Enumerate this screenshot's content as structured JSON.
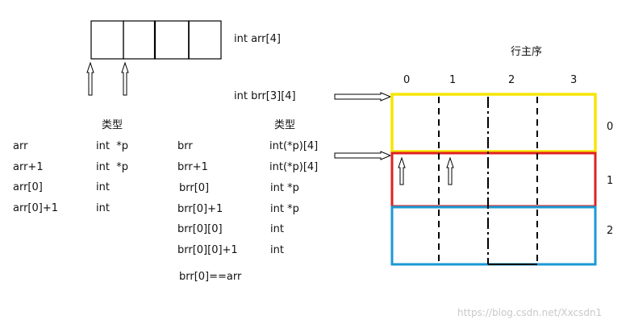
{
  "arr_label": "int arr[4]",
  "brr_label": "int brr[3][4]",
  "row_major_title": "行主序",
  "column_indices": [
    "0",
    "1",
    "2",
    "3"
  ],
  "row_indices": [
    "0",
    "1",
    "2"
  ],
  "type_header_left": "类型",
  "type_header_right": "类型",
  "left_table": [
    {
      "expr": "arr",
      "type": "int  *p"
    },
    {
      "expr": "arr+1",
      "type": "int  *p"
    },
    {
      "expr": "arr[0]",
      "type": "int"
    },
    {
      "expr": "arr[0]+1",
      "type": "int"
    }
  ],
  "right_table": [
    {
      "expr": "brr",
      "type": "int(*p)[4]"
    },
    {
      "expr": "brr+1",
      "type": "int(*p)[4]"
    },
    {
      "expr": "brr[0]",
      "type": "int *p"
    },
    {
      "expr": "brr[0]+1",
      "type": "int *p"
    },
    {
      "expr": "brr[0][0]",
      "type": "int"
    },
    {
      "expr": "brr[0][0]+1",
      "type": "int"
    }
  ],
  "equality_note": "brr[0]==arr",
  "watermark": "https://blog.csdn.net/Xxcsdn1",
  "colors": {
    "row0": "#f5e600",
    "row1": "#e02020",
    "row2": "#1a9ad6"
  }
}
